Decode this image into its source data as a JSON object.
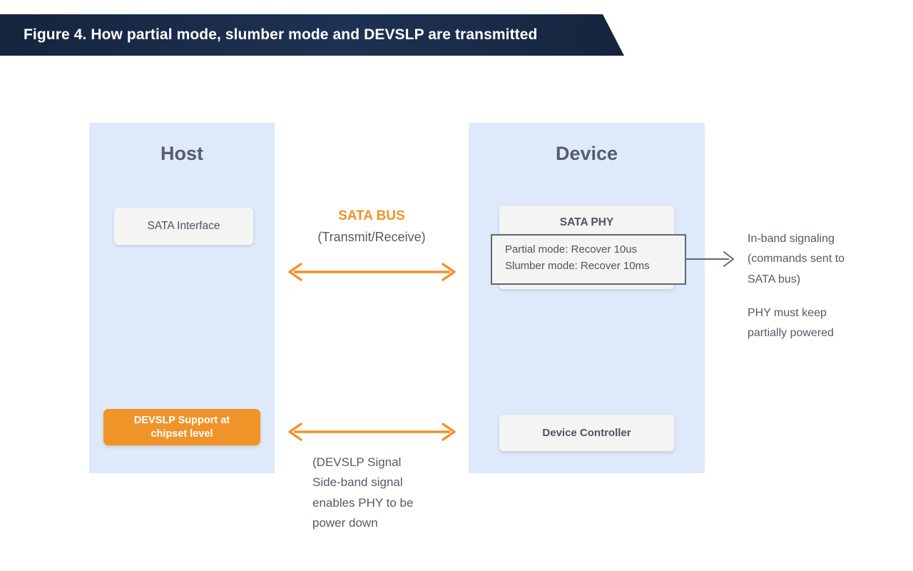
{
  "banner": {
    "title": "Figure 4. How partial mode, slumber mode and DEVSLP are transmitted",
    "bg_color": "#1b2e4d",
    "text_color": "#ffffff"
  },
  "host_panel": {
    "title": "Host",
    "bg_color": "#dee9fb",
    "sata_interface": "SATA Interface",
    "devslp_support": "DEVSLP Support at chipset level",
    "devslp_support_line1": "DEVSLP Support at",
    "devslp_support_line2": "chipset level",
    "devslp_color": "#f09328"
  },
  "device_panel": {
    "title": "Device",
    "bg_color": "#dee9fb",
    "sata_phy": "SATA PHY",
    "mode_box": {
      "partial": "Partial mode: Recover 10us",
      "slumber": "Slumber mode: Recover 10ms",
      "border_color": "#5d6873"
    },
    "device_controller": "Device Controller"
  },
  "bus": {
    "label": "SATA BUS",
    "sublabel": "(Transmit/Receive)",
    "label_color": "#f09328",
    "devslp_note_line1": "(DEVSLP Signal",
    "devslp_note_line2": "Side-band signal",
    "devslp_note_line3": "enables PHY to be",
    "devslp_note_line4": "power down",
    "arrow_color": "#f09328"
  },
  "annotations": {
    "inband_line1": "In-band signaling",
    "inband_line2": "(commands sent to",
    "inband_line3": "SATA bus)",
    "phy_line1": "PHY must keep",
    "phy_line2": "partially powered",
    "connector_color": "#5d6873"
  }
}
